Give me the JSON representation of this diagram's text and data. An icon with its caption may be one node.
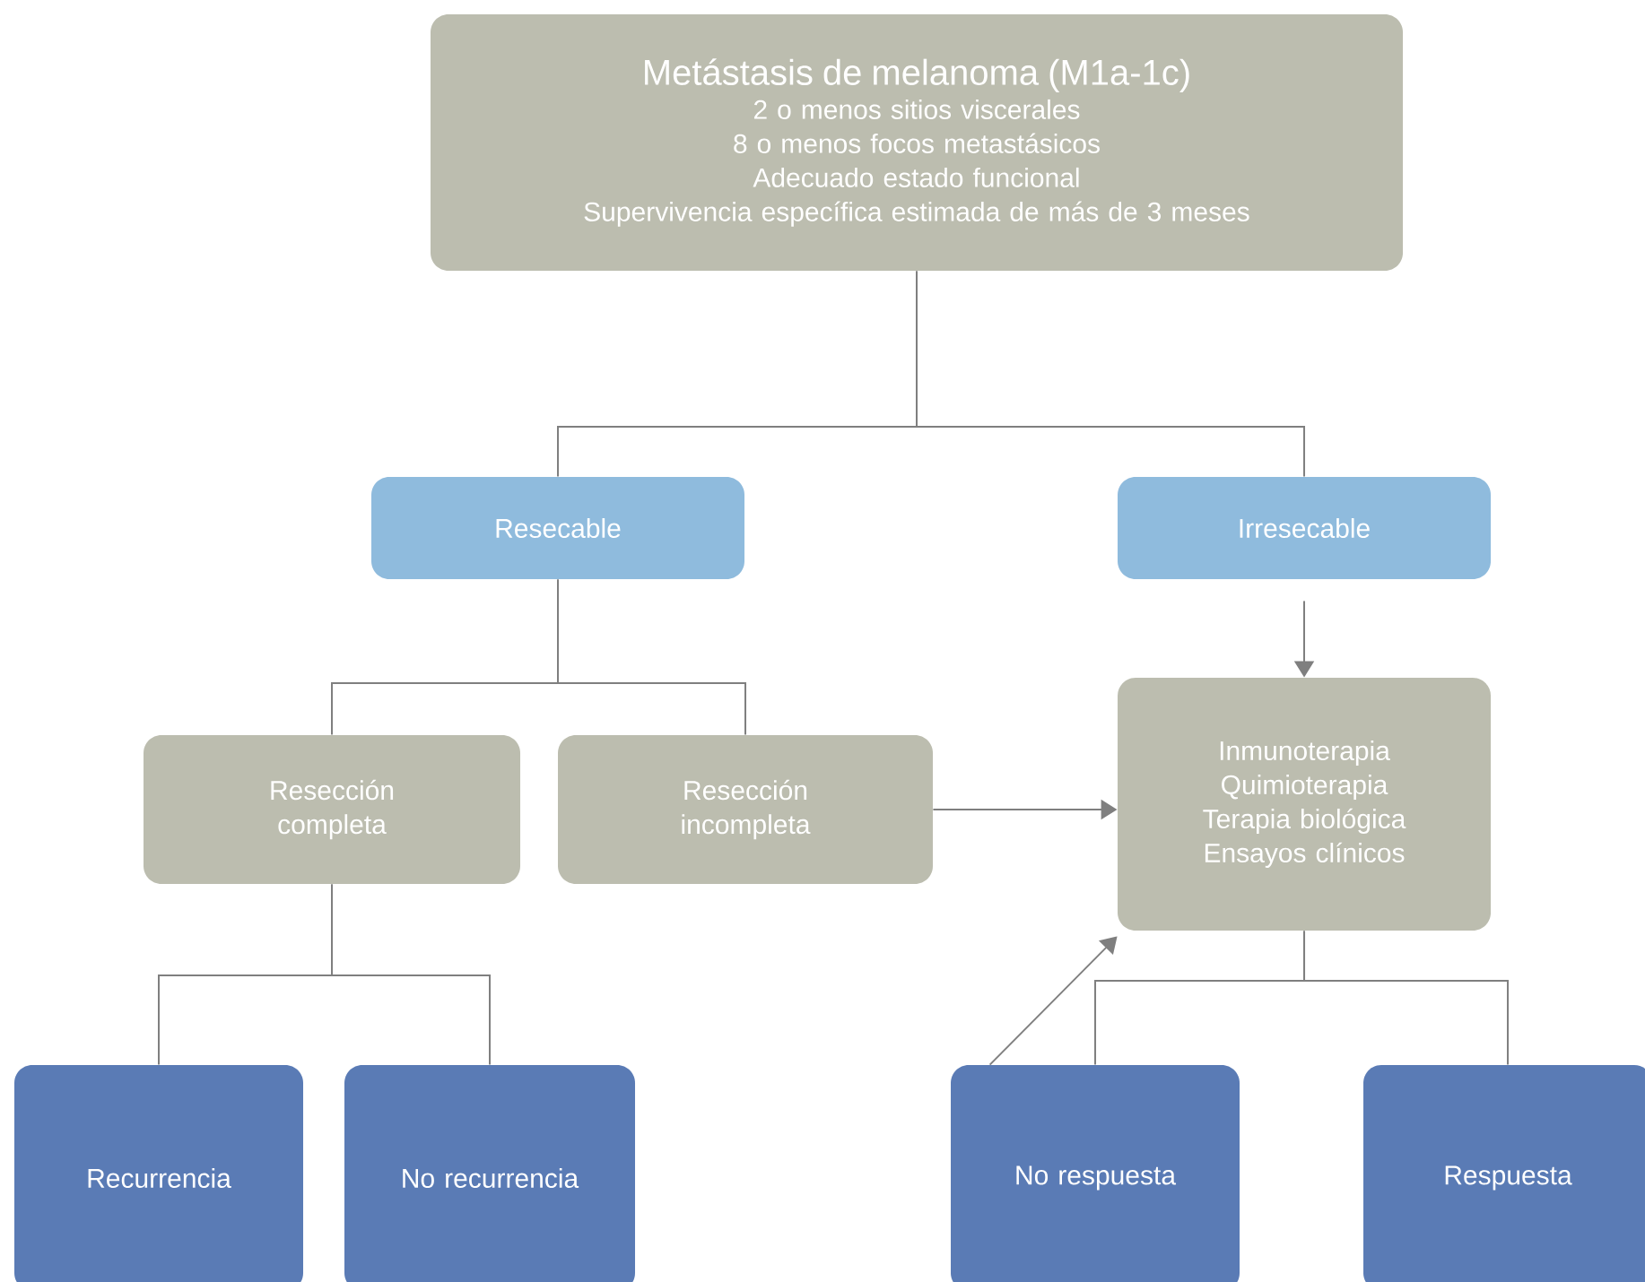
{
  "diagram": {
    "nodes": [
      {
        "text": [
          "Metástasis de melanoma (M1a-1c)",
          "2 o menos sitios viscerales",
          "8 o menos focos metastásicos",
          "Adecuado estado funcional",
          "Supervivencia específica estimada de más de 3 meses"
        ]
      },
      {
        "text": [
          "Resecable"
        ]
      },
      {
        "text": [
          "Irresecable"
        ]
      },
      {
        "text": [
          "Resección completa"
        ]
      },
      {
        "text": [
          "Resección incompleta"
        ]
      },
      {
        "text": [
          "Inmunoterapia",
          "Quimioterapia",
          "Terapia biológica",
          "Ensayos clínicos"
        ]
      },
      {
        "text": [
          "Recurrencia"
        ]
      },
      {
        "text": [
          "No recurrencia"
        ]
      },
      {
        "text": [
          "No respuesta"
        ]
      },
      {
        "text": [
          "Respuesta"
        ]
      }
    ],
    "edges": [
      {
        "from": 0,
        "to": 1,
        "arrow": "none"
      },
      {
        "from": 0,
        "to": 2,
        "arrow": "none"
      },
      {
        "from": 2,
        "to": 5,
        "arrow": "to"
      },
      {
        "from": 1,
        "to": 3,
        "arrow": "none"
      },
      {
        "from": 1,
        "to": 4,
        "arrow": "none"
      },
      {
        "from": 4,
        "to": 5,
        "arrow": "to"
      },
      {
        "from": 3,
        "to": 6,
        "arrow": "none"
      },
      {
        "from": 3,
        "to": 7,
        "arrow": "none"
      },
      {
        "from": 5,
        "to": 8,
        "arrow": "none"
      },
      {
        "from": 5,
        "to": 9,
        "arrow": "none"
      },
      {
        "from": 8,
        "to": 5,
        "arrow": "to"
      }
    ]
  }
}
